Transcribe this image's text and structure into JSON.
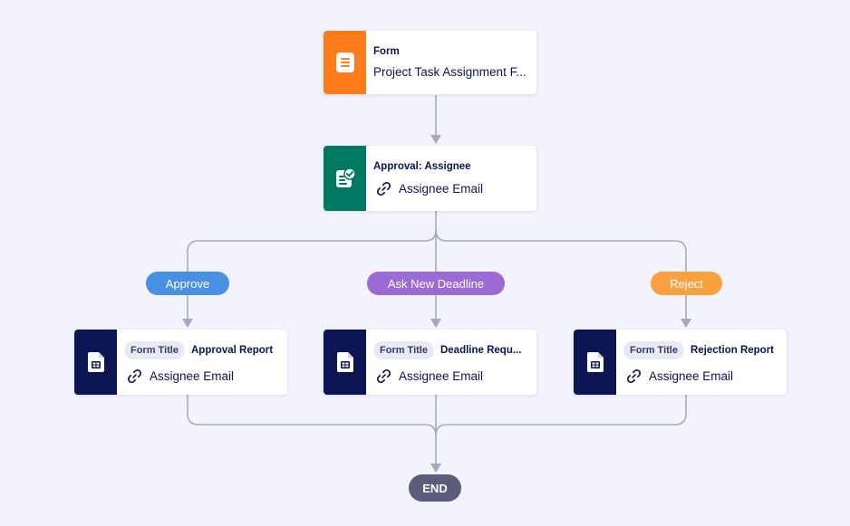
{
  "nodes": {
    "form": {
      "title": "Form",
      "subtitle": "Project Task Assignment F...",
      "icon": "form-document-icon",
      "color": "#ff7b1c"
    },
    "approval": {
      "title": "Approval: Assignee",
      "assignee": "Assignee Email",
      "icon": "approval-check-icon",
      "color": "#007862"
    },
    "branches": [
      {
        "condition": "Approve",
        "condition_color": "#4a90e2",
        "tag": "Form Title",
        "title": "Approval Report",
        "assignee": "Assignee Email",
        "icon": "report-sheet-icon",
        "color": "#0a1551"
      },
      {
        "condition": "Ask New Deadline",
        "condition_color": "#9b6ad4",
        "tag": "Form Title",
        "title": "Deadline Requ...",
        "assignee": "Assignee Email",
        "icon": "report-sheet-icon",
        "color": "#0a1551"
      },
      {
        "condition": "Reject",
        "condition_color": "#f9a03f",
        "tag": "Form Title",
        "title": "Rejection Report",
        "assignee": "Assignee Email",
        "icon": "report-sheet-icon",
        "color": "#0a1551"
      }
    ],
    "end": "END"
  },
  "connector_color": "#a7a9c2"
}
